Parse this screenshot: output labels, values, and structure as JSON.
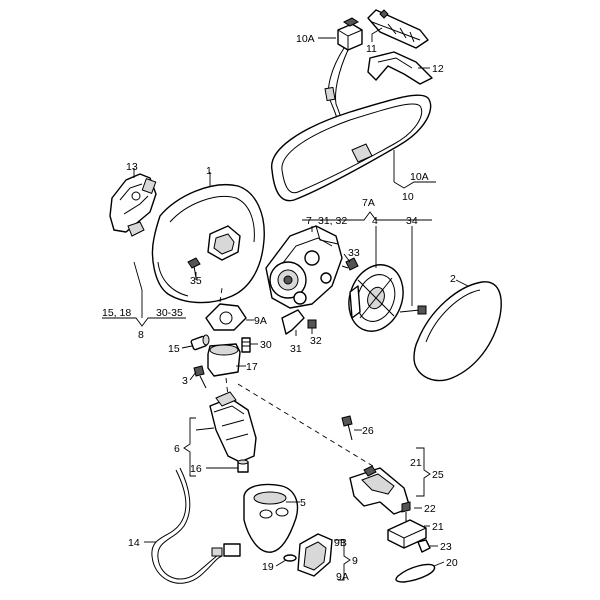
{
  "labels": {
    "l1": "1",
    "l2": "2",
    "l3": "3",
    "l4": "4",
    "l5": "5",
    "l6": "6",
    "l7": "7",
    "l7a": "7A",
    "l7_31_32": "31, 32",
    "l8": "8",
    "l9": "9",
    "l9a_top": "9A",
    "l9a_bottom": "9A",
    "l9b": "9B",
    "l10": "10",
    "l10a_top": "10A",
    "l10a_right": "10A",
    "l11": "11",
    "l12": "12",
    "l13": "13",
    "l14": "14",
    "l15": "15",
    "l15_18": "15, 18",
    "l30_35": "30-35",
    "l16": "16",
    "l17": "17",
    "l19": "19",
    "l20": "20",
    "l21_top": "21",
    "l21_bottom": "21",
    "l22": "22",
    "l23": "23",
    "l25": "25",
    "l26": "26",
    "l30": "30",
    "l31": "31",
    "l32": "32",
    "l33": "33",
    "l34": "34",
    "l35": "35"
  }
}
